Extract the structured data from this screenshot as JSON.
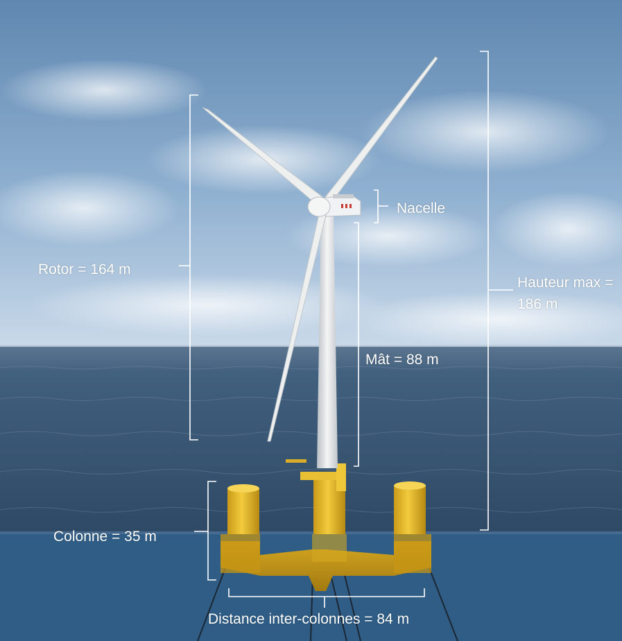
{
  "image": {
    "colors": {
      "sky_top": "#5f87b0",
      "sky_bottom": "#c9d9e9",
      "sea_top": "#41607e",
      "sea_bottom": "#2e4965",
      "underwater": "#2f5d86",
      "float_yellow": "#e3b52a",
      "tower_white": "#eef0f0",
      "bracket_white": "#ffffff"
    }
  },
  "labels": {
    "nacelle": "Nacelle",
    "rotor": "Rotor = 164 m",
    "mat": "Mât = 88 m",
    "hauteur": "Hauteur max = 186 m",
    "colonne": "Colonne = 35 m",
    "distance": "Distance inter-colonnes = 84 m"
  }
}
